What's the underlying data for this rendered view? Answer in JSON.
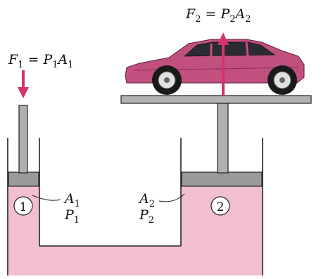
{
  "labels": {
    "f1": {
      "lhs": "F",
      "lhs_sub": "1",
      "mid": " = P",
      "mid_sub": "1",
      "tail": "A",
      "tail_sub": "1"
    },
    "f2": {
      "lhs": "F",
      "lhs_sub": "2",
      "mid": " = P",
      "mid_sub": "2",
      "tail": "A",
      "tail_sub": "2"
    },
    "a1": {
      "main": "A",
      "sub": "1"
    },
    "p1": {
      "main": "P",
      "sub": "1"
    },
    "a2": {
      "main": "A",
      "sub": "2"
    },
    "p2": {
      "main": "P",
      "sub": "2"
    },
    "marker1": "1",
    "marker2": "2"
  },
  "colors": {
    "fluid": "#f2bfd0",
    "arrow": "#d6336c",
    "car_body": "#c2507f",
    "platform": "#b3b3b3",
    "piston": "#9a9a9a",
    "outline": "#222222"
  }
}
